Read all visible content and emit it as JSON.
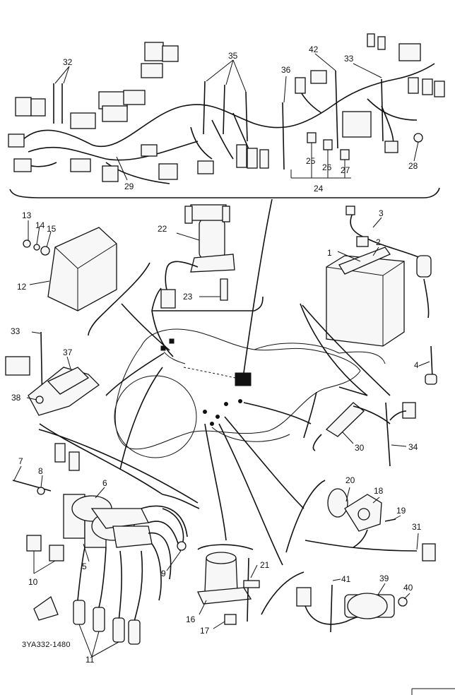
{
  "diagram": {
    "code": "3YA332-1480",
    "callouts": [
      "1",
      "2",
      "3",
      "4",
      "5",
      "6",
      "7",
      "8",
      "9",
      "10",
      "11",
      "12",
      "13",
      "14",
      "15",
      "16",
      "17",
      "18",
      "19",
      "20",
      "21",
      "22",
      "23",
      "24",
      "25",
      "26",
      "27",
      "28",
      "29",
      "30",
      "31",
      "32",
      "33",
      "33",
      "34",
      "35",
      "36",
      "37",
      "38",
      "39",
      "40",
      "41",
      "42"
    ]
  }
}
